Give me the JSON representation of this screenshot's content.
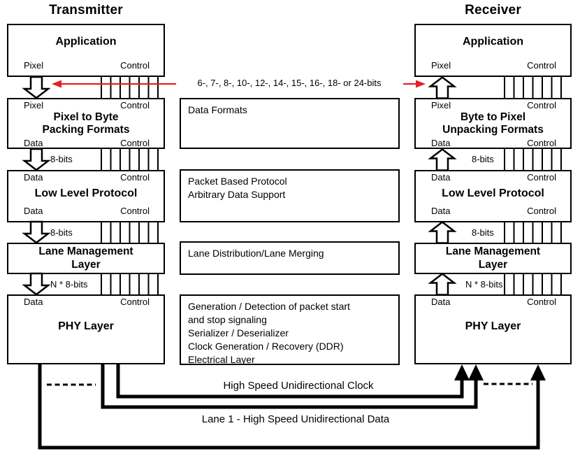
{
  "colors": {
    "accent_red": "#e32128",
    "ink": "#000000"
  },
  "annotation": {
    "bits_label": "6-, 7-, 8-, 10-, 12-, 14-, 15-, 16-, 18- or 24-bits"
  },
  "transmitter": {
    "title": "Transmitter",
    "boxes": {
      "application": {
        "title": "Application",
        "bottom_left": "Pixel",
        "bottom_right": "Control"
      },
      "packing": {
        "title": "Pixel to Byte\nPacking Formats",
        "top_left": "Pixel",
        "top_right": "Control",
        "bottom_left": "Data",
        "bottom_right": "Control"
      },
      "low_level_protocol": {
        "title": "Low Level Protocol",
        "top_left": "Data",
        "top_right": "Control",
        "bottom_left": "Data",
        "bottom_right": "Control"
      },
      "lane_management": {
        "title": "Lane Management\nLayer"
      },
      "phy": {
        "title": "PHY Layer",
        "top_left": "Data",
        "top_right": "Control"
      }
    },
    "bus_labels": [
      "8-bits",
      "8-bits",
      "N * 8-bits"
    ]
  },
  "receiver": {
    "title": "Receiver",
    "boxes": {
      "application": {
        "title": "Application",
        "bottom_left": "Pixel",
        "bottom_right": "Control"
      },
      "unpacking": {
        "title": "Byte to Pixel\nUnpacking Formats",
        "top_left": "Pixel",
        "top_right": "Control",
        "bottom_left": "Data",
        "bottom_right": "Control"
      },
      "low_level_protocol": {
        "title": "Low Level Protocol",
        "top_left": "Data",
        "top_right": "Control",
        "bottom_left": "Data",
        "bottom_right": "Control"
      },
      "lane_management": {
        "title": "Lane Management\nLayer"
      },
      "phy": {
        "title": "PHY Layer",
        "top_left": "Data",
        "top_right": "Control"
      }
    },
    "bus_labels": [
      "8-bits",
      "8-bits",
      "N * 8-bits"
    ]
  },
  "middle_notes": {
    "data_formats": "Data Formats",
    "packet_protocol": "Packet Based Protocol\nArbitrary Data Support",
    "lane_distribution": "Lane Distribution/Lane Merging",
    "phy_functions": "Generation / Detection of packet start\nand stop signaling\nSerializer / Deserializer\nClock Generation / Recovery (DDR)\nElectrical Layer"
  },
  "bottom_links": {
    "clock_label": "High Speed Unidirectional Clock",
    "data_label": "Lane 1 - High Speed Unidirectional Data"
  }
}
